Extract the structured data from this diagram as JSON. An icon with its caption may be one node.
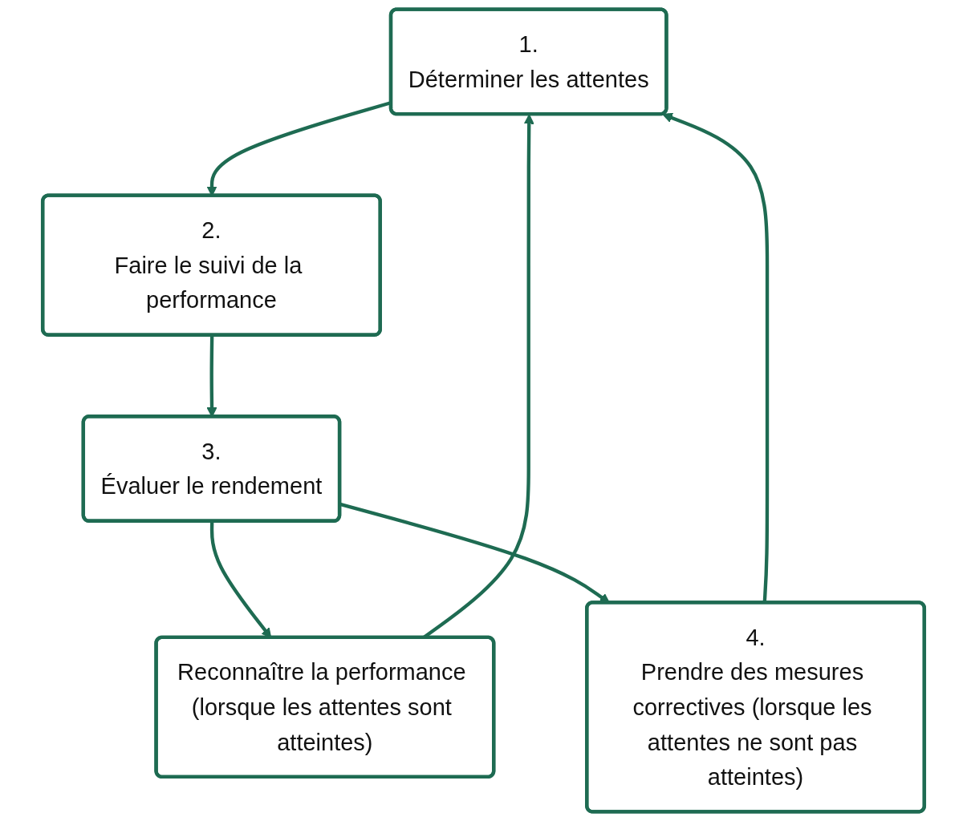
{
  "diagram": {
    "nodes": [
      {
        "text": [
          "1.",
          "Déterminer les attentes"
        ]
      },
      {
        "text": [
          "2.",
          "Faire le suivi de la performance"
        ]
      },
      {
        "text": [
          "3.",
          "Évaluer le rendement"
        ]
      },
      {
        "text": [
          "Reconnaître la performance (lorsque les attentes sont atteintes)"
        ]
      },
      {
        "text": [
          "4.",
          "Prendre des mesures correctives (lorsque les attentes ne sont pas atteintes)"
        ]
      }
    ],
    "edges": [
      {
        "from": 0,
        "to": 1,
        "arrow": "to"
      },
      {
        "from": 1,
        "to": 2,
        "arrow": "to"
      },
      {
        "from": 2,
        "to": 3,
        "arrow": "to"
      },
      {
        "from": 2,
        "to": 4,
        "arrow": "to"
      },
      {
        "from": 3,
        "to": 0,
        "arrow": "to"
      },
      {
        "from": 4,
        "to": 0,
        "arrow": "to"
      }
    ]
  }
}
